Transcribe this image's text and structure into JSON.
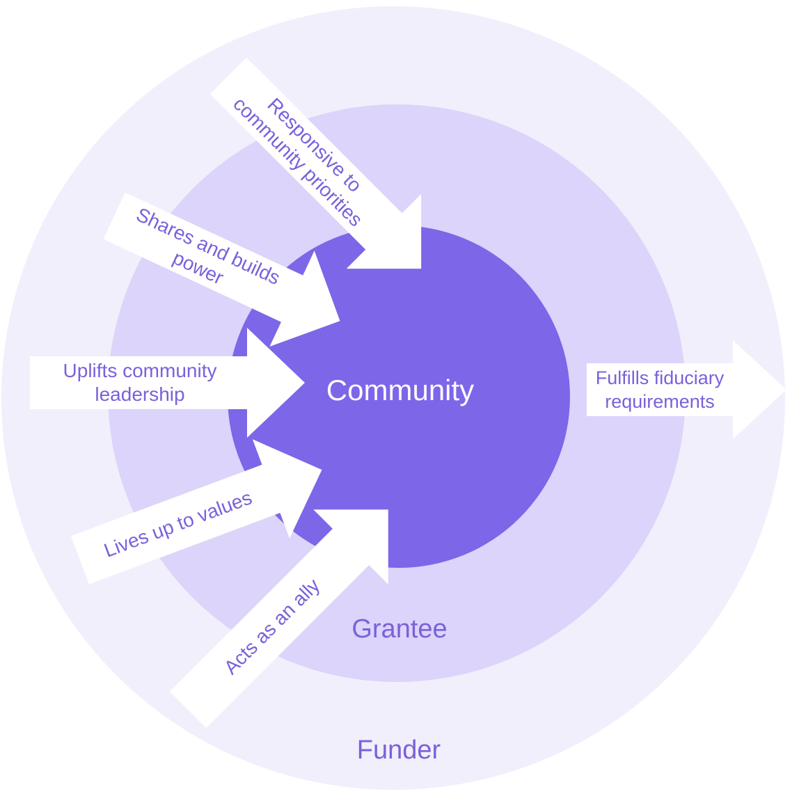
{
  "diagram": {
    "rings": {
      "community": {
        "label": "Community"
      },
      "grantee": {
        "label": "Grantee"
      },
      "funder": {
        "label": "Funder"
      }
    },
    "arrows": {
      "responsive": {
        "line1": "Responsive to",
        "line2": "community priorities",
        "direction": "inward"
      },
      "shares": {
        "line1": "Shares and builds",
        "line2": "power",
        "direction": "inward"
      },
      "uplifts": {
        "line1": "Uplifts community",
        "line2": "leadership",
        "direction": "inward"
      },
      "lives": {
        "line1": "Lives up to values",
        "direction": "inward"
      },
      "acts": {
        "line1": "Acts as an ally",
        "direction": "inward"
      },
      "fulfills": {
        "line1": "Fulfills fiduciary",
        "line2": "requirements",
        "direction": "outward"
      }
    },
    "colors": {
      "community_fill": "#7d66e8",
      "grantee_fill": "#dcd4fa",
      "funder_fill": "#f1effb",
      "arrow_fill": "#ffffff",
      "label_text": "#7b61d9",
      "center_text": "#fbfaff"
    }
  }
}
